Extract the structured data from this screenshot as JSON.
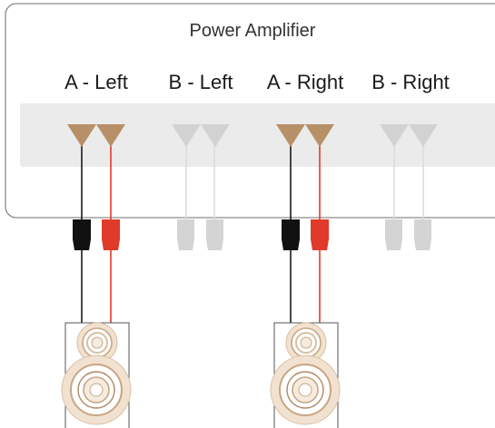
{
  "amplifier": {
    "title": "Power Amplifier"
  },
  "channels": [
    {
      "label": "A - Left",
      "active": true
    },
    {
      "label": "B - Left",
      "active": false
    },
    {
      "label": "A - Right",
      "active": true
    },
    {
      "label": "B - Right",
      "active": false
    }
  ],
  "speakers": [
    {
      "connected_channel": "A - Left"
    },
    {
      "connected_channel": "A - Right"
    }
  ],
  "colors": {
    "terminal_active": "#b89068",
    "terminal_inactive": "#d2d2d2",
    "wire_negative": "#1a1a1a",
    "wire_positive": "#e03a2a",
    "wire_inactive": "#dddddd",
    "plug_negative": "#111111",
    "plug_positive": "#e03a2a",
    "plug_inactive": "#d4d4d4",
    "panel": "#ebebeb",
    "speaker_cone": "#f1e1d0",
    "speaker_ring": "#c8a684"
  }
}
